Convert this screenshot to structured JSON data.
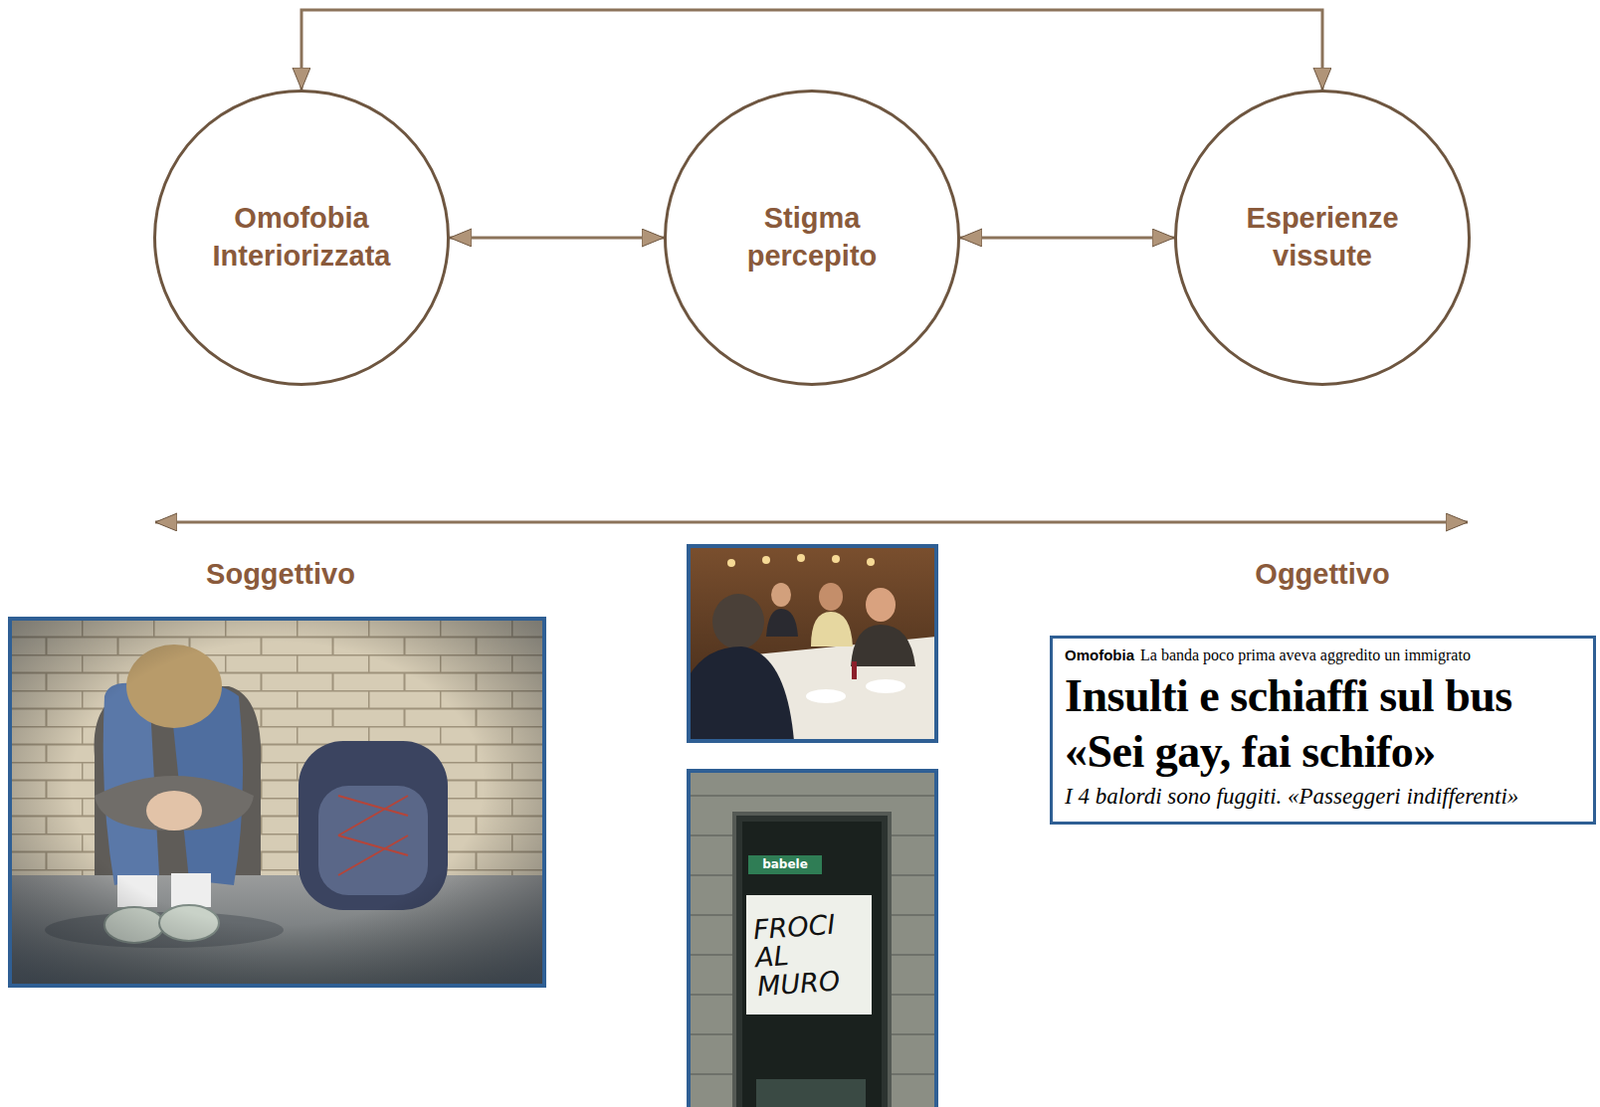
{
  "diagram": {
    "nodes": [
      {
        "text": [
          "Omofobia Interiorizzata"
        ]
      },
      {
        "text": [
          "Stigma percepito"
        ]
      },
      {
        "text": [
          "Esperienze vissute"
        ]
      },
      {
        "text": [
          "Omofobia",
          "La banda poco prima aveva aggredito un immigrato",
          "Insulti e schiaffi sul bus «Sei gay, fai schifo»",
          "I 4 balordi sono fuggiti. «Passeggeri indifferenti»"
        ]
      }
    ],
    "edges": [
      {
        "from": 0,
        "to": 1,
        "arrow": "both"
      },
      {
        "from": 1,
        "to": 2,
        "arrow": "both"
      },
      {
        "from": 0,
        "to": 2,
        "arrow": "both"
      }
    ],
    "labels": [
      "Soggettivo",
      "Oggettivo",
      "babele",
      "FROCI AL MURO"
    ]
  }
}
